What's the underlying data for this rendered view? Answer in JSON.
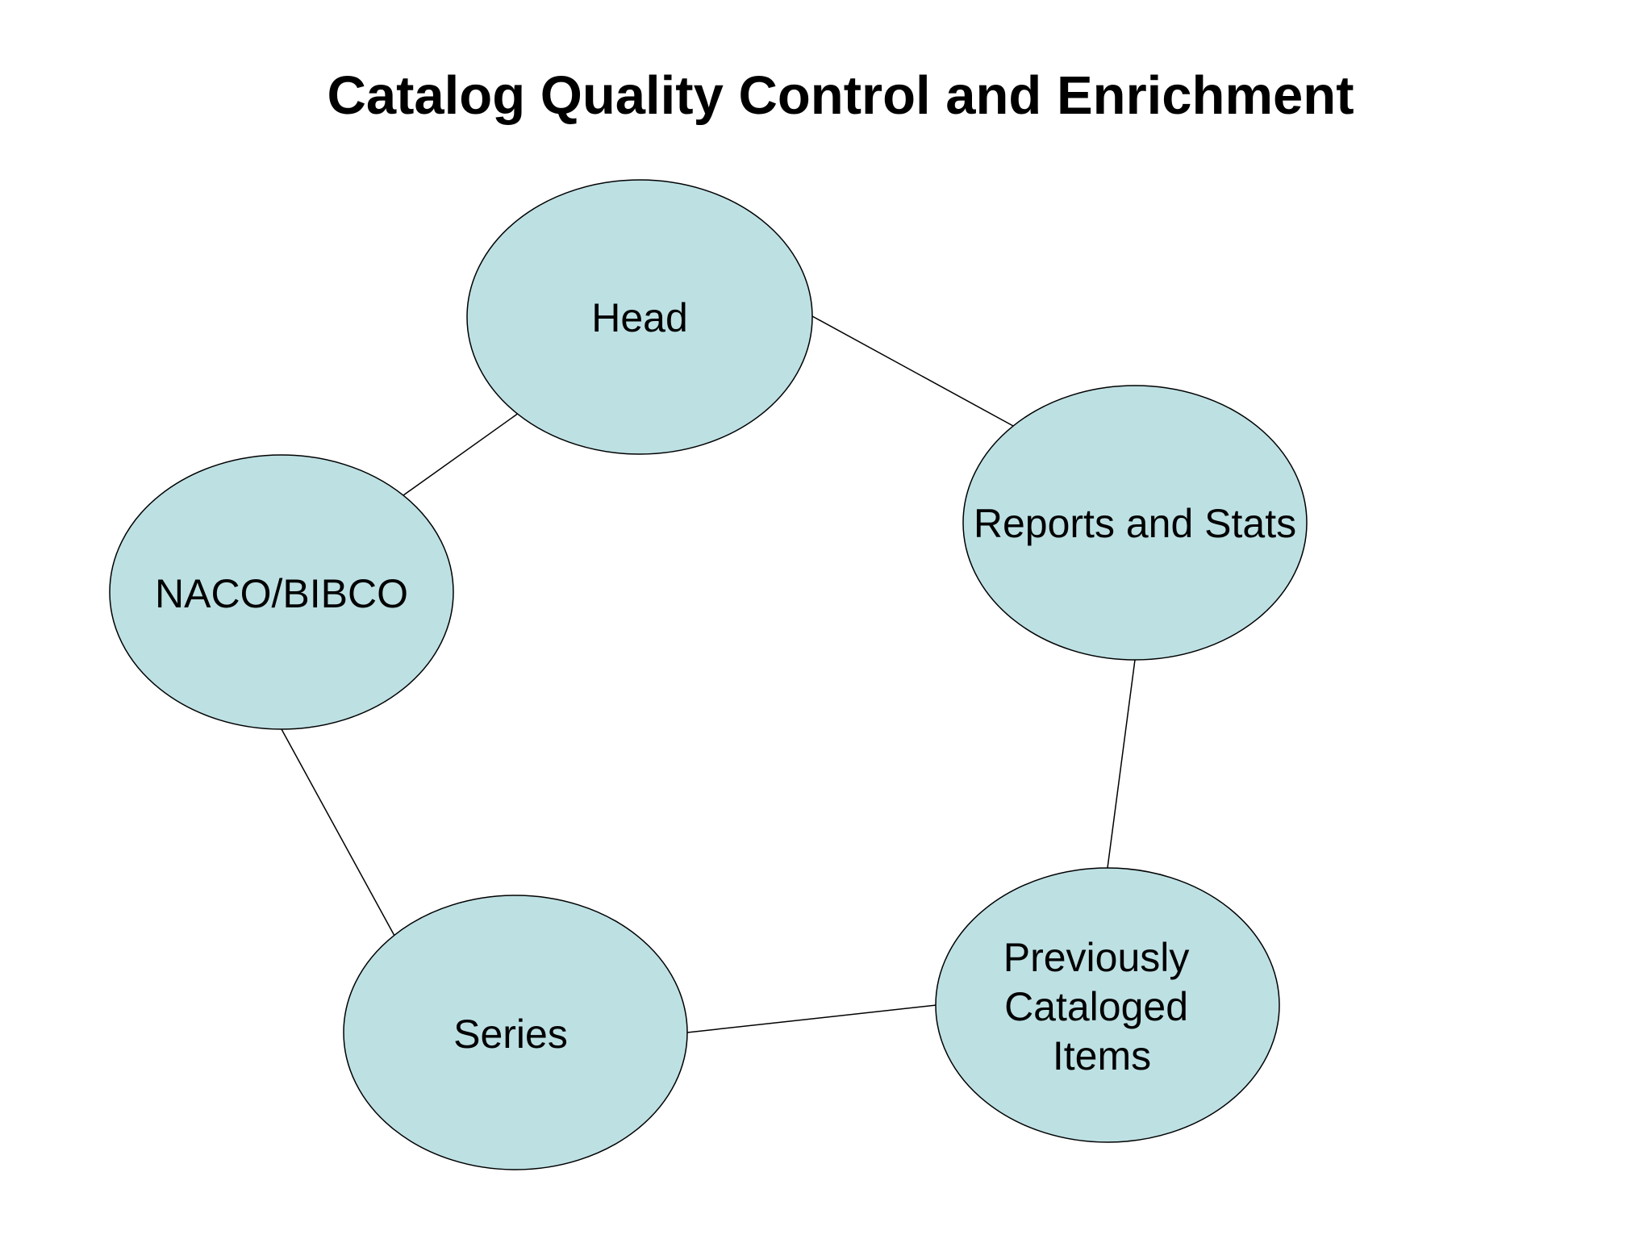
{
  "title": "Catalog Quality Control and Enrichment",
  "colors": {
    "node_fill": "#bde0e3",
    "node_stroke": "#000000",
    "connector": "#000000",
    "background": "#ffffff"
  },
  "nodes": {
    "head": {
      "lines": [
        "Head"
      ]
    },
    "reports": {
      "lines": [
        "Reports and Stats"
      ]
    },
    "previous": {
      "lines": [
        "Previously",
        "Cataloged",
        "Items"
      ]
    },
    "series": {
      "lines": [
        "Series"
      ]
    },
    "naco": {
      "lines": [
        "NACO/BIBCO"
      ]
    }
  },
  "edges": [
    [
      "head",
      "reports"
    ],
    [
      "reports",
      "previous"
    ],
    [
      "previous",
      "series"
    ],
    [
      "series",
      "naco"
    ],
    [
      "naco",
      "head"
    ]
  ]
}
